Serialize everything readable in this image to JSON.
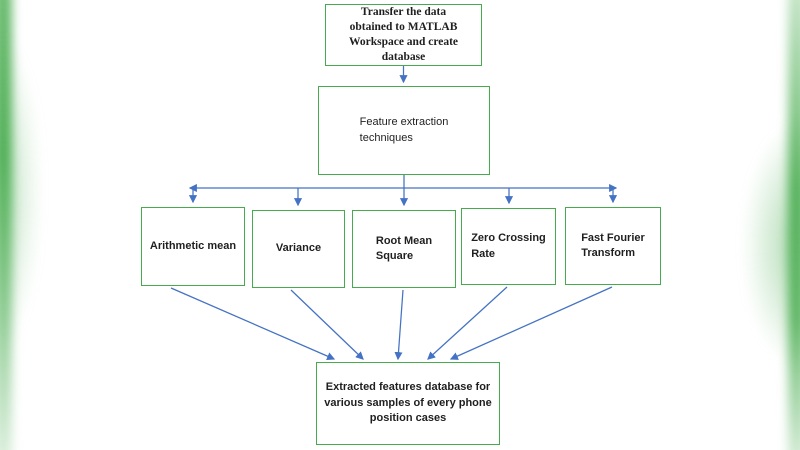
{
  "colors": {
    "box_border": "#46ab4d",
    "arrow": "#4472c4",
    "edge_glow": "#46ab4d",
    "text": "#1f1f1f"
  },
  "nodes": {
    "transfer": {
      "label": "Transfer the data\nobtained to MATLAB\nWorkspace and create\ndatabase"
    },
    "feature": {
      "label": "Feature extraction\ntechniques"
    },
    "mean": {
      "label": "Arithmetic mean"
    },
    "variance": {
      "label": "Variance"
    },
    "rms": {
      "label": "Root Mean\nSquare"
    },
    "zcr": {
      "label": "Zero Crossing\nRate"
    },
    "fft": {
      "label": "Fast Fourier\nTransform"
    },
    "database": {
      "label": "Extracted features database for\nvarious samples of every phone\nposition cases"
    }
  }
}
